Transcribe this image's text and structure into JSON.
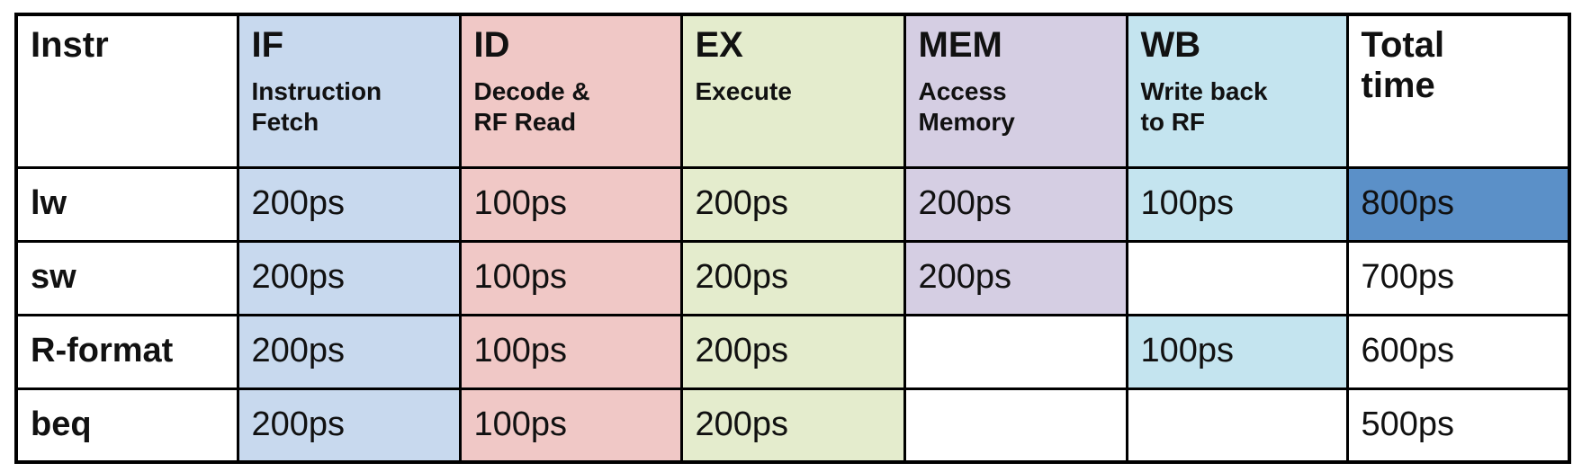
{
  "colors": {
    "stage-if": "#c8d9ee",
    "stage-id": "#f0c8c6",
    "stage-ex": "#e4eccd",
    "stage-mem": "#d5cee3",
    "stage-wb": "#c4e4ef",
    "total-highlight": "#5b90c8",
    "border": "#000000",
    "text": "#111111"
  },
  "table": {
    "columns": [
      {
        "title": "Instr",
        "subtitle": ""
      },
      {
        "title": "IF",
        "subtitle": "Instruction\nFetch"
      },
      {
        "title": "ID",
        "subtitle": "Decode &\nRF Read"
      },
      {
        "title": "EX",
        "subtitle": "Execute"
      },
      {
        "title": "MEM",
        "subtitle": "Access\nMemory"
      },
      {
        "title": "WB",
        "subtitle": "Write back\nto RF"
      },
      {
        "title": "Total\ntime",
        "subtitle": ""
      }
    ],
    "rows": [
      {
        "label": "lw",
        "if": "200ps",
        "id": "100ps",
        "ex": "200ps",
        "mem": "200ps",
        "wb": "100ps",
        "total": "800ps"
      },
      {
        "label": "sw",
        "if": "200ps",
        "id": "100ps",
        "ex": "200ps",
        "mem": "200ps",
        "wb": "",
        "total": "700ps"
      },
      {
        "label": "R-format",
        "if": "200ps",
        "id": "100ps",
        "ex": "200ps",
        "mem": "",
        "wb": "100ps",
        "total": "600ps"
      },
      {
        "label": "beq",
        "if": "200ps",
        "id": "100ps",
        "ex": "200ps",
        "mem": "",
        "wb": "",
        "total": "500ps"
      }
    ]
  },
  "chart_data": {
    "type": "table",
    "columns": [
      "Instr",
      "IF Instruction Fetch",
      "ID Decode & RF Read",
      "EX Execute",
      "MEM Access Memory",
      "WB Write back to RF",
      "Total time"
    ],
    "row_labels": [
      "lw",
      "sw",
      "R-format",
      "beq"
    ],
    "values_ps": {
      "lw": {
        "IF": 200,
        "ID": 100,
        "EX": 200,
        "MEM": 200,
        "WB": 100,
        "Total": 800
      },
      "sw": {
        "IF": 200,
        "ID": 100,
        "EX": 200,
        "MEM": 200,
        "WB": null,
        "Total": 700
      },
      "R-format": {
        "IF": 200,
        "ID": 100,
        "EX": 200,
        "MEM": null,
        "WB": 100,
        "Total": 600
      },
      "beq": {
        "IF": 200,
        "ID": 100,
        "EX": 200,
        "MEM": null,
        "WB": null,
        "Total": 500
      }
    },
    "highlighted_cell": {
      "row": "lw",
      "column": "Total time",
      "value": "800ps"
    }
  }
}
